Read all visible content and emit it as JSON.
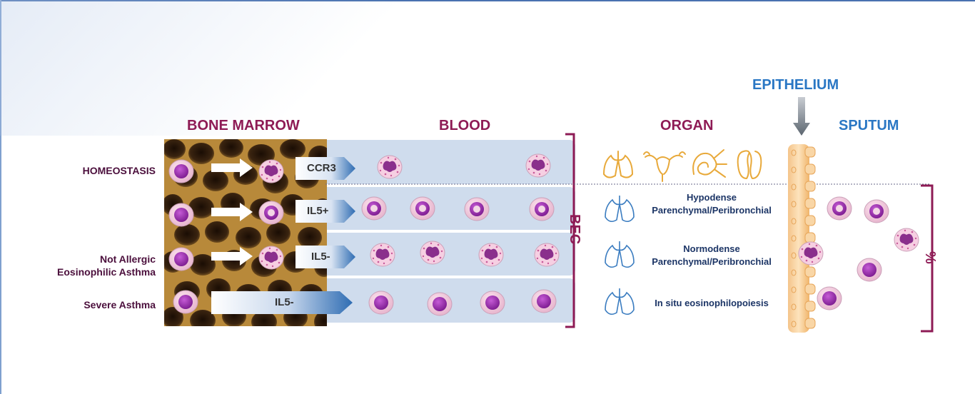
{
  "columns": {
    "bone_marrow": "BONE MARROW",
    "blood": "BLOOD",
    "organ": "ORGAN",
    "epithelium": "EPITHELIUM",
    "sputum": "SPUTUM"
  },
  "rows": {
    "homeostasis": "HOMEOSTASIS",
    "not_allergic_line1": "Not Allergic",
    "not_allergic_line2": "Eosinophilic Asthma",
    "severe_asthma": "Severe Asthma"
  },
  "markers": {
    "ccr3": "CCR3",
    "il5_plus": "IL5+",
    "il5_minus": "IL5-",
    "il5_minus_long": "IL5-"
  },
  "organ_labels": {
    "hypodense_line1": "Hypodense",
    "hypodense_line2": "Parenchymal/Peribronchial",
    "normodense_line1": "Normodense",
    "normodense_line2": "Parenchymal/Peribronchial",
    "in_situ": "In situ eosinophilopoiesis"
  },
  "brackets": {
    "bec": "BEC",
    "percent": "%"
  },
  "colors": {
    "maroon": "#8e1b55",
    "blue": "#2a77c4",
    "organ_icon": "#e8a93a",
    "lung_outline": "#3a7cc0",
    "lane": "#cfdced"
  }
}
